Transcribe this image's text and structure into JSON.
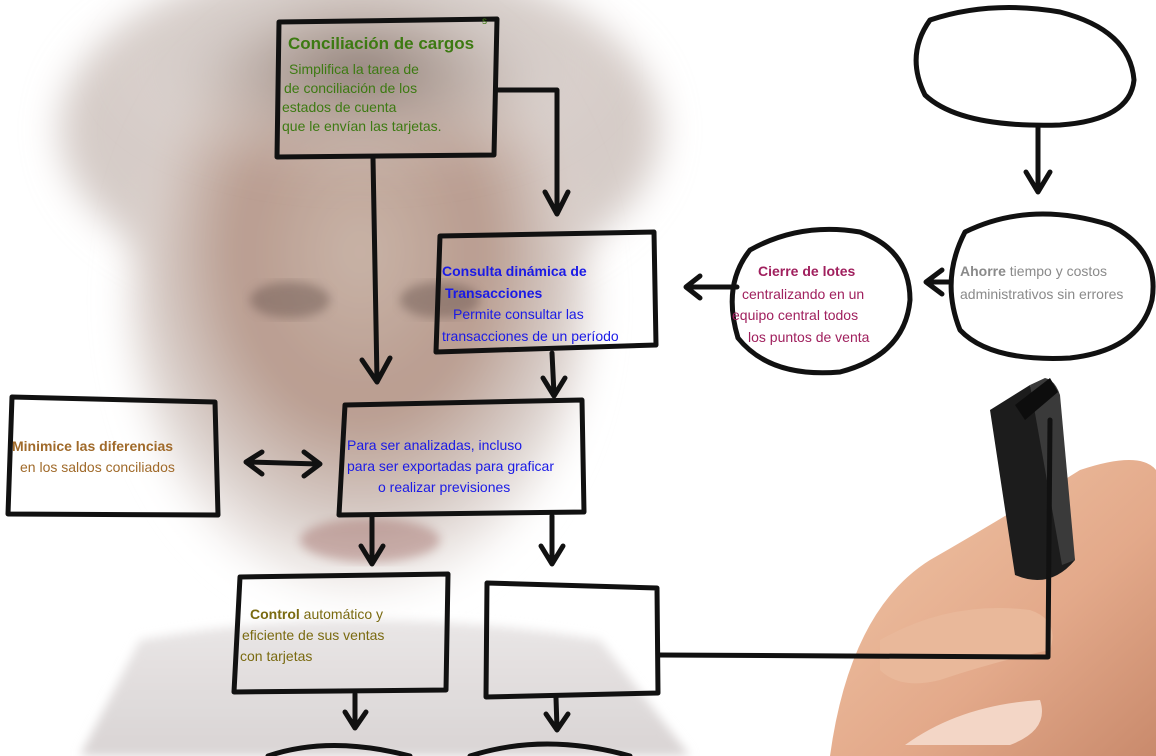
{
  "nodes": {
    "conciliacion": {
      "title": "Conciliación de cargos",
      "superscript": "s",
      "lines": [
        "Simplifica la tarea de",
        "de conciliación de los",
        "estados de cuenta",
        "que le envían las tarjetas."
      ]
    },
    "consulta": {
      "title_1": "Consulta dinámica de",
      "title_2": "Transacciones",
      "lines": [
        "Permite consultar las",
        "transacciones de un período"
      ]
    },
    "cierre": {
      "title": "Cierre de lotes",
      "lines": [
        "centralizando en un",
        "equipo central todos",
        "los puntos de venta"
      ]
    },
    "ahorre": {
      "bold": "Ahorre",
      "rest": " tiempo y costos",
      "line2": "administrativos sin errores"
    },
    "minimice": {
      "title": "Minimice las diferencias",
      "line2": "en los saldos conciliados"
    },
    "analizadas": {
      "lines": [
        "Para ser analizadas, incluso",
        "para ser exportadas para graficar",
        "o realizar previsiones"
      ]
    },
    "control": {
      "bold": "Control",
      "rest": " automático y",
      "line2": "eficiente de sus ventas",
      "line3": "con tarjetas"
    }
  },
  "colors": {
    "conciliacion": "#3d7a12",
    "consulta": "#1a1ae6",
    "cierre": "#a0205e",
    "ahorre": "#8a8a8a",
    "minimice": "#a06a2a",
    "control": "#7a6a10"
  }
}
